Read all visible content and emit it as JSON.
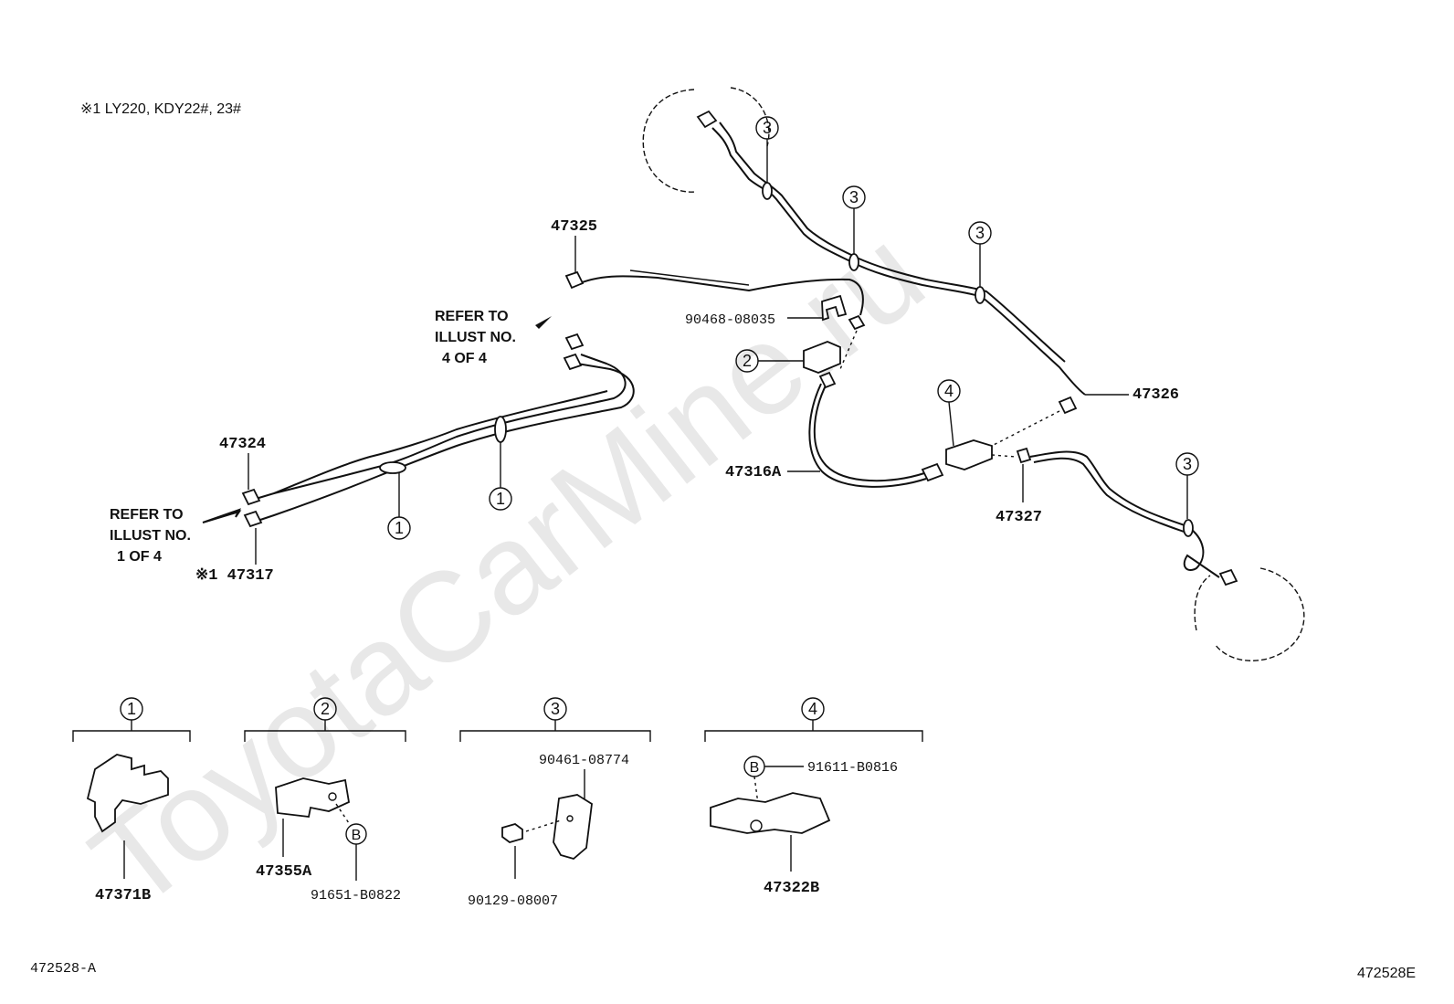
{
  "watermark": "ToyotaCarMine.ru",
  "applicability_note": "※1 LY220, KDY22#, 23#",
  "refer_top": [
    "REFER TO",
    "ILLUST NO.",
    "4 OF 4"
  ],
  "refer_left": [
    "REFER TO",
    "ILLUST NO.",
    "1 OF 4"
  ],
  "part_labels": {
    "p47325": "47325",
    "p90468": "90468-08035",
    "p47326": "47326",
    "p47324": "47324",
    "p47317": "※1 47317",
    "p47316a": "47316A",
    "p47327": "47327",
    "p47371b": "47371B",
    "p47355a": "47355A",
    "p91651": "91651-B0822",
    "p90461": "90461-08774",
    "p90129": "90129-08007",
    "p91611": "91611-B0816",
    "p47322b": "47322B"
  },
  "callout_numbers": [
    "1",
    "2",
    "3",
    "4"
  ],
  "bolt_marker": "B",
  "footer_left": "472528-A",
  "footer_right": "472528E"
}
